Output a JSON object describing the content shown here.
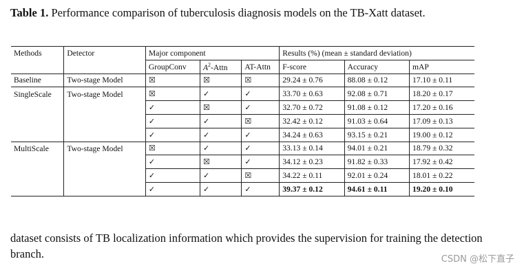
{
  "caption": {
    "label": "Table 1.",
    "text": "Performance comparison of tuberculosis diagnosis models on the TB-Xatt dataset."
  },
  "table": {
    "header1": {
      "methods": "Methods",
      "detector": "Detector",
      "major": "Major component",
      "results": "Results (%) (mean ± standard deviation)"
    },
    "header2": [
      "GroupConv",
      "A²-Attn",
      "AT-Attn",
      "F-score",
      "Accuracy",
      "mAP"
    ],
    "rows": [
      {
        "method": "Baseline",
        "detector": "Two-stage Model",
        "c": [
          "☒",
          "☒",
          "☒"
        ],
        "fscore": "29.24 ± 0.76",
        "accuracy": "88.08 ± 0.12",
        "map": "17.10 ± 0.11"
      },
      {
        "method": "SingleScale",
        "detector": "Two-stage Model",
        "c": [
          "☒",
          "✓",
          "✓"
        ],
        "fscore": "33.70 ± 0.63",
        "accuracy": "92.08 ± 0.71",
        "map": "18.20 ± 0.17"
      },
      {
        "method": "",
        "detector": "",
        "c": [
          "✓",
          "☒",
          "✓"
        ],
        "fscore": "32.70 ± 0.72",
        "accuracy": "91.08 ± 0.12",
        "map": "17.20 ± 0.16"
      },
      {
        "method": "",
        "detector": "",
        "c": [
          "✓",
          "✓",
          "☒"
        ],
        "fscore": "32.42 ± 0.12",
        "accuracy": "91.03 ± 0.64",
        "map": "17.09 ± 0.13"
      },
      {
        "method": "",
        "detector": "",
        "c": [
          "✓",
          "✓",
          "✓"
        ],
        "fscore": "34.24 ± 0.63",
        "accuracy": "93.15 ± 0.21",
        "map": "19.00 ± 0.12"
      },
      {
        "method": "MultiScale",
        "detector": "Two-stage Model",
        "c": [
          "☒",
          "✓",
          "✓"
        ],
        "fscore": "33.13 ± 0.14",
        "accuracy": "94.01 ± 0.21",
        "map": "18.79 ± 0.32"
      },
      {
        "method": "",
        "detector": "",
        "c": [
          "✓",
          "☒",
          "✓"
        ],
        "fscore": "34.12 ± 0.23",
        "accuracy": "91.82 ± 0.33",
        "map": "17.92 ± 0.42"
      },
      {
        "method": "",
        "detector": "",
        "c": [
          "✓",
          "✓",
          "☒"
        ],
        "fscore": "34.22 ± 0.11",
        "accuracy": "92.01 ± 0.24",
        "map": "18.01 ± 0.22"
      },
      {
        "method": "",
        "detector": "",
        "c": [
          "✓",
          "✓",
          "✓"
        ],
        "fscore": "39.37 ± 0.12",
        "accuracy": "94.61 ± 0.11",
        "map": "19.20 ± 0.10"
      }
    ]
  },
  "paragraph": "dataset consists of TB localization information which provides the supervision for training the detection branch.",
  "watermark": "CSDN @松下直子"
}
